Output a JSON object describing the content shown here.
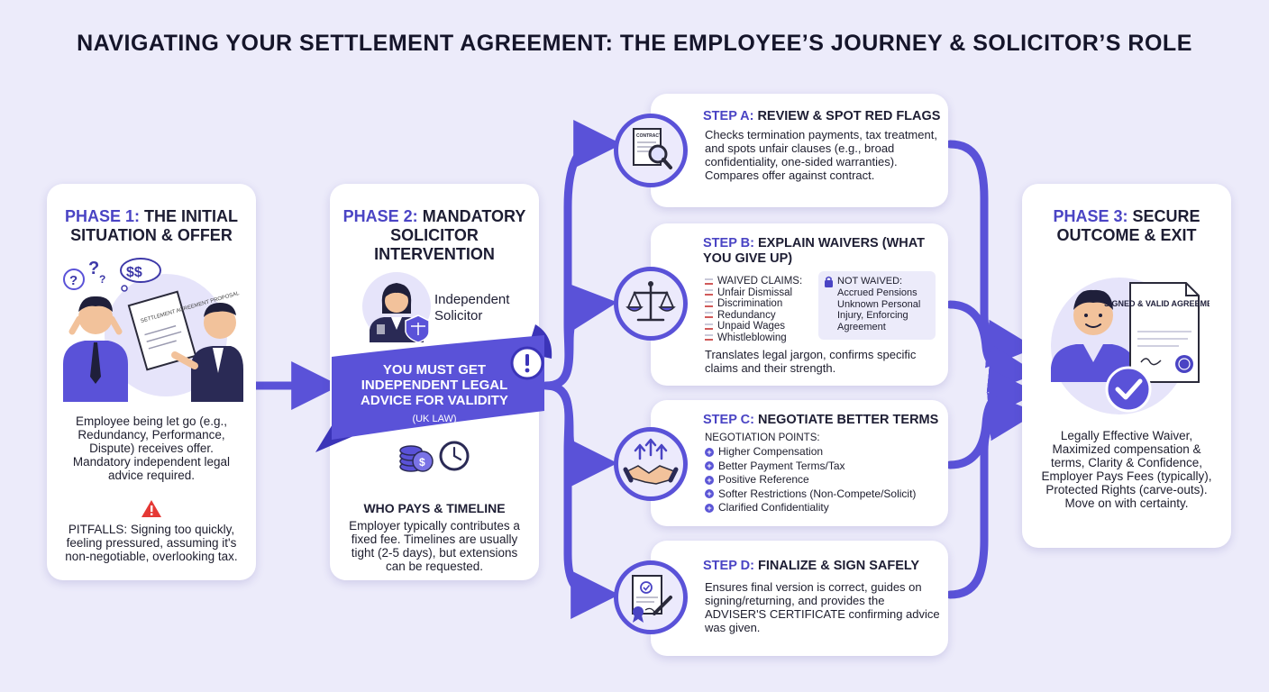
{
  "title": "NAVIGATING YOUR SETTLEMENT AGREEMENT: THE EMPLOYEE’S JOURNEY & SOLICITOR’S ROLE",
  "colors": {
    "accent": "#4a44c4",
    "flow": "#5a52d8",
    "background": "#ecebfa",
    "card": "#ffffff",
    "warning": "#e53935"
  },
  "phase1": {
    "label": "PHASE 1:",
    "title": "THE INITIAL SITUATION & OFFER",
    "doc_text": "SETTLEMENT AGREEMENT PROPOSAL",
    "description": "Employee being let go (e.g., Redundancy, Performance, Dispute) receives offer. Mandatory independent legal advice required.",
    "warning_icon": "warning-triangle-icon",
    "pitfalls": "PITFALLS: Signing too quickly, feeling pressured, assuming it's non-negotiable, overlooking tax."
  },
  "phase2": {
    "label": "PHASE 2:",
    "title": "MANDATORY SOLICITOR INTERVENTION",
    "solicitor_label": "Independent Solicitor",
    "banner_main": "YOU MUST GET INDEPENDENT LEGAL ADVICE FOR VALIDITY",
    "banner_sub": "(UK LAW)",
    "who_pays_title": "WHO PAYS & TIMELINE",
    "who_pays_text": "Employer typically contributes a fixed fee. Timelines are usually tight (2-5 days), but extensions can be requested."
  },
  "steps": {
    "a": {
      "label": "STEP A:",
      "title": "REVIEW & SPOT RED FLAGS",
      "doc_text": "CONTRACT",
      "text": "Checks termination payments, tax treatment, and spots unfair clauses (e.g., broad confidentiality, one-sided warranties). Compares offer against contract."
    },
    "b": {
      "label": "STEP B:",
      "title": "EXPLAIN WAIVERS (WHAT YOU GIVE UP)",
      "waived_title": "WAIVED CLAIMS:",
      "waived": [
        "Unfair Dismissal",
        "Discrimination",
        "Redundancy",
        "Unpaid Wages",
        "Whistleblowing"
      ],
      "not_waived_title": "NOT WAIVED:",
      "not_waived_text": "Accrued Pensions Unknown Personal Injury, Enforcing Agreement",
      "text": "Translates legal jargon, confirms specific claims and their strength."
    },
    "c": {
      "label": "STEP C:",
      "title": "NEGOTIATE BETTER TERMS",
      "points_title": "NEGOTIATION POINTS:",
      "points": [
        "Higher Compensation",
        "Better Payment Terms/Tax",
        "Positive Reference",
        "Softer Restrictions (Non-Compete/Solicit)",
        "Clarified Confidentiality"
      ]
    },
    "d": {
      "label": "STEP D:",
      "title": "FINALIZE & SIGN SAFELY",
      "text": "Ensures final version is correct, guides on signing/returning, and provides the ADVISER'S CERTIFICATE confirming advice was given."
    }
  },
  "phase3": {
    "label": "PHASE 3:",
    "title": "SECURE OUTCOME & EXIT",
    "doc_text": "SIGNED & VALID AGREEMENT",
    "text": "Legally Effective Waiver, Maximized compensation & terms, Clarity & Confidence, Employer Pays Fees (typically), Protected Rights (carve-outs). Move on with certainty."
  }
}
